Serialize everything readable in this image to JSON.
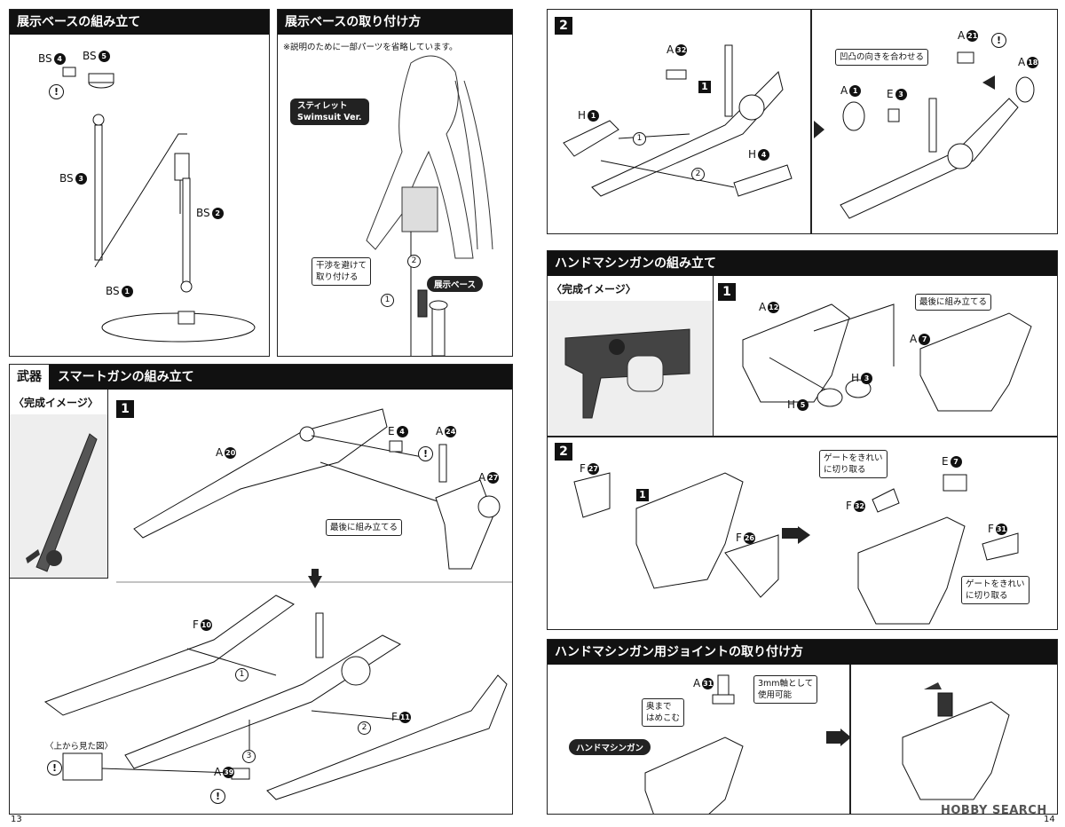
{
  "panels": {
    "base_assembly": {
      "title": "展示ベースの組み立て",
      "labels": {
        "bs4": "BS",
        "bs4_n": "4",
        "bs5": "BS",
        "bs5_n": "5",
        "bs3": "BS",
        "bs3_n": "3",
        "bs2": "BS",
        "bs2_n": "2",
        "bs1": "BS",
        "bs1_n": "1"
      }
    },
    "base_mount": {
      "title": "展示ベースの取り付け方",
      "note": "※説明のために一部パーツを省略しています。",
      "character": "スティレット\nSwimsuit Ver.",
      "avoid": "干渉を避けて\n取り付ける",
      "base_tag": "展示ベース",
      "n1": "1",
      "n2": "2"
    },
    "smart_gun": {
      "tag": "武器",
      "title": "スマートガンの組み立て",
      "image_caption": "〈完成イメージ〉",
      "step": "1",
      "labels": {
        "a20": "A",
        "a20_n": "20",
        "e4": "E",
        "e4_n": "4",
        "a24": "A",
        "a24_n": "24",
        "a27": "A",
        "a27_n": "27",
        "f10": "F",
        "f10_n": "10",
        "f11": "F",
        "f11_n": "11",
        "a39": "A",
        "a39_n": "39"
      },
      "last": "最後に組み立てる",
      "top_view": "〈上から見た図〉",
      "n1": "1",
      "n2": "2",
      "n3": "3"
    },
    "step2_right": {
      "step": "2",
      "sub_step": "1",
      "labels": {
        "a32": "A",
        "a32_n": "32",
        "h1": "H",
        "h1_n": "1",
        "h4": "H",
        "h4_n": "4",
        "a1": "A",
        "a1_n": "1",
        "e3": "E",
        "e3_n": "3",
        "a21": "A",
        "a21_n": "21",
        "a18": "A",
        "a18_n": "18"
      },
      "align": "凹凸の向きを合わせる",
      "n1": "1",
      "n2": "2"
    },
    "hand_mg": {
      "title": "ハンドマシンガンの組み立て",
      "image_caption": "〈完成イメージ〉",
      "step1": "1",
      "labels": {
        "a12": "A",
        "a12_n": "12",
        "a7": "A",
        "a7_n": "7",
        "h3": "H",
        "h3_n": "3",
        "h5": "H",
        "h5_n": "5"
      },
      "last": "最後に組み立てる",
      "step2": "2",
      "sub_step": "1",
      "labels2": {
        "f27": "F",
        "f27_n": "27",
        "f26": "F",
        "f26_n": "26",
        "e7": "E",
        "e7_n": "7",
        "f32": "F",
        "f32_n": "32",
        "f31": "F",
        "f31_n": "31"
      },
      "gate1": "ゲートをきれい\nに切り取る",
      "gate2": "ゲートをきれい\nに切り取る"
    },
    "joint": {
      "title": "ハンドマシンガン用ジョイントの取り付け方",
      "a31": "A",
      "a31_n": "31",
      "axis": "3mm軸として\n使用可能",
      "push": "奥まで\nはめこむ",
      "gun_tag": "ハンドマシンガン"
    }
  },
  "pages": {
    "left": "13",
    "right": "14"
  },
  "watermark": "HOBBY SEARCH",
  "warn_symbol": "!"
}
